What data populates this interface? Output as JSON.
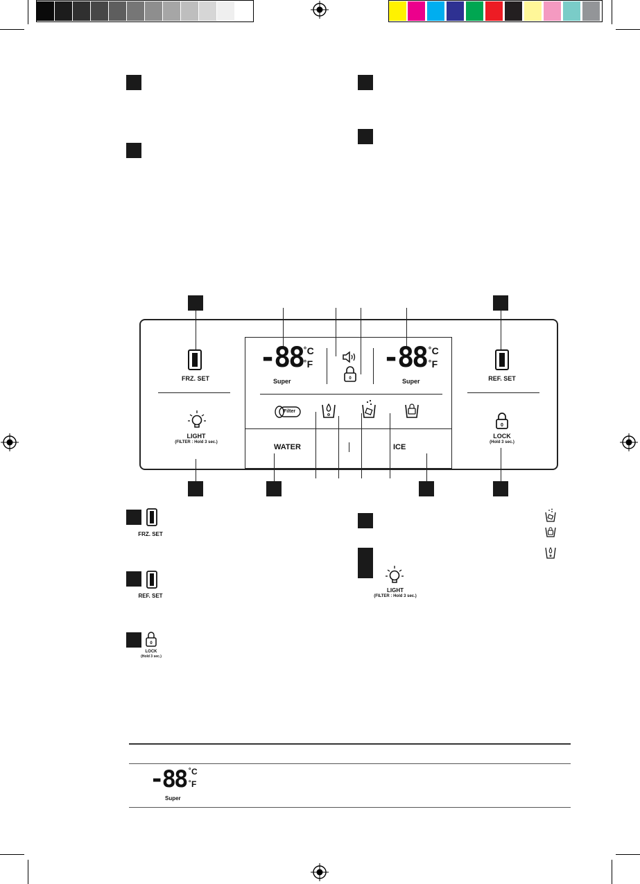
{
  "color_bar": {
    "grays": [
      "#0a0a0a",
      "#1c1c1c",
      "#303030",
      "#474747",
      "#5e5e5e",
      "#767676",
      "#8e8e8e",
      "#a6a6a6",
      "#bebebe",
      "#d6d6d6",
      "#efefef",
      "#ffffff"
    ],
    "colors": [
      "#fff200",
      "#ec008c",
      "#00aeef",
      "#2e3192",
      "#00a651",
      "#ed1c24",
      "#231f20",
      "#fff799",
      "#f49ac1",
      "#7accc8",
      "#939598"
    ]
  },
  "panel": {
    "frz_set_label": "FRZ. SET",
    "ref_set_label": "REF. SET",
    "light_label": "LIGHT",
    "light_sub": "(FILTER : Hold 3 sec.)",
    "lock_label": "LOCK",
    "lock_sub": "(Hold 3 sec.)",
    "left_display": "-88",
    "right_display": "-88",
    "celsius": "˚C",
    "fahrenheit": "˚F",
    "super_label": "Super",
    "water_label": "WATER",
    "ice_label": "ICE",
    "filter_icon_text": "Filter"
  },
  "legend": {
    "frz_set_label": "FRZ. SET",
    "ref_set_label": "REF. SET",
    "lock_label": "LOCK",
    "lock_sub": "(Hold 3 sec.)",
    "light_label": "LIGHT",
    "light_sub": "(FILTER : Hold 3 sec.)"
  },
  "table": {
    "display": "-88",
    "celsius": "˚C",
    "fahrenheit": "˚F",
    "super_label": "Super"
  }
}
